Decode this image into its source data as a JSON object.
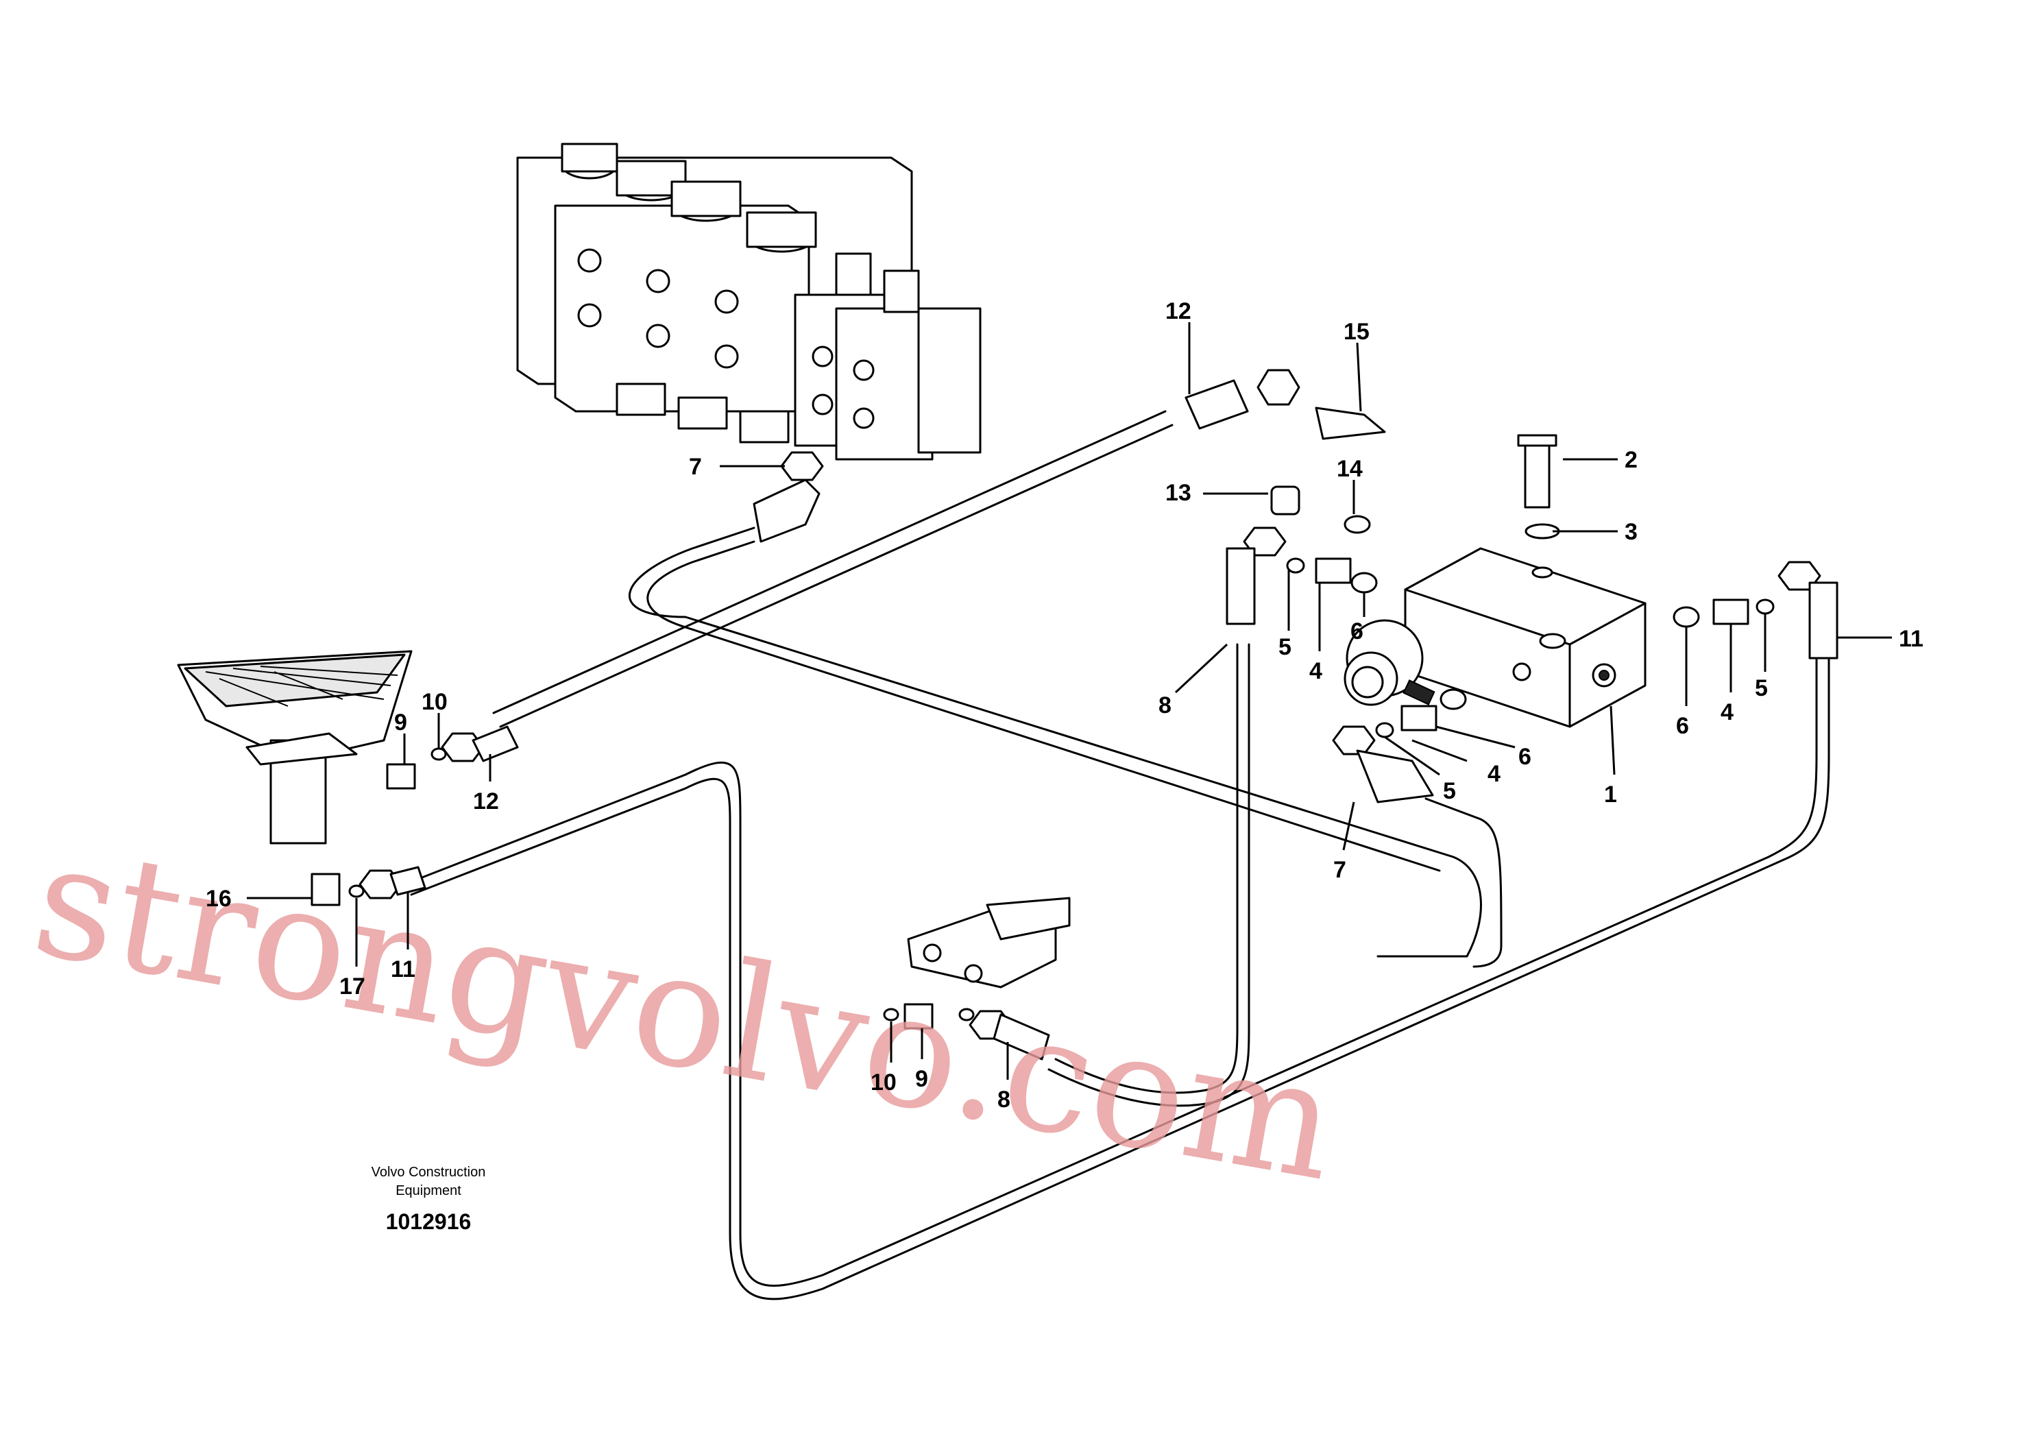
{
  "caption": {
    "line1": "Volvo Construction",
    "line2": "Equipment",
    "doc_number": "1012916"
  },
  "watermark": "strongvolvo.com",
  "callouts": {
    "c1": "1",
    "c2": "2",
    "c3": "3",
    "c4a": "4",
    "c4b": "4",
    "c4c": "4",
    "c5a": "5",
    "c5b": "5",
    "c5c": "5",
    "c6a": "6",
    "c6b": "6",
    "c6c": "6",
    "c7a": "7",
    "c7b": "7",
    "c8a": "8",
    "c8b": "8",
    "c9a": "9",
    "c9b": "9",
    "c10a": "10",
    "c10b": "10",
    "c11a": "11",
    "c11b": "11",
    "c12a": "12",
    "c12b": "12",
    "c13": "13",
    "c14": "14",
    "c15": "15",
    "c16": "16",
    "c17": "17"
  },
  "colors": {
    "line": "#000000",
    "watermark": "#e79a9a",
    "background": "#ffffff"
  }
}
